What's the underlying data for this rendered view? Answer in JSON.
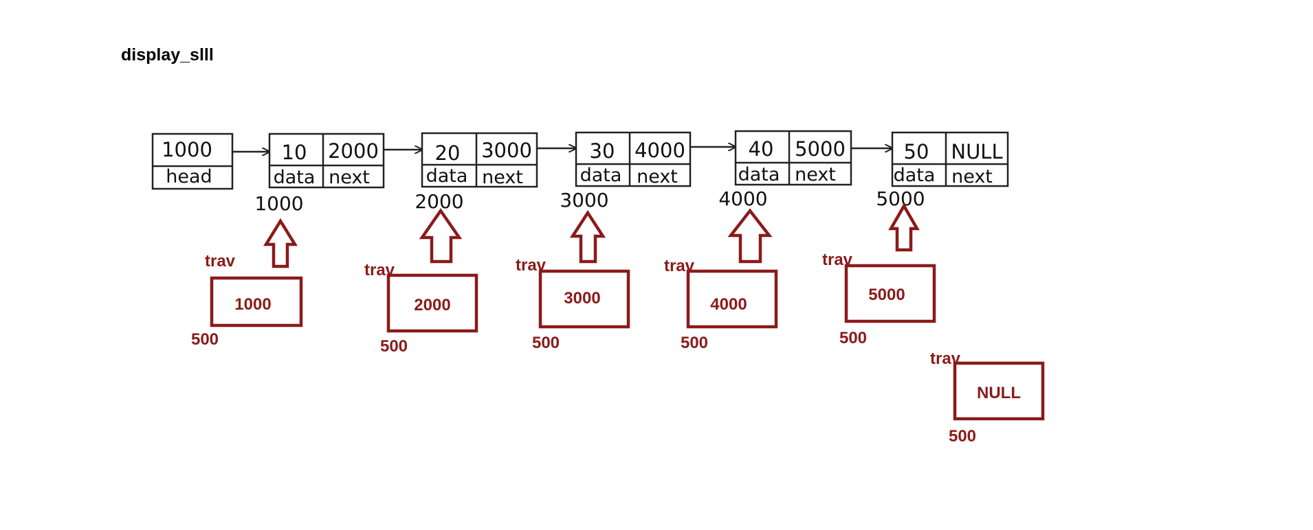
{
  "title": "display_slll",
  "head": {
    "value": "1000",
    "label": "head"
  },
  "nodes": [
    {
      "data": "10",
      "next": "2000",
      "address": "1000"
    },
    {
      "data": "20",
      "next": "3000",
      "address": "2000"
    },
    {
      "data": "30",
      "next": "4000",
      "address": "3000"
    },
    {
      "data": "40",
      "next": "5000",
      "address": "4000"
    },
    {
      "data": "50",
      "next": "NULL",
      "address": "5000"
    }
  ],
  "field_labels": {
    "data": "data",
    "next": "next"
  },
  "trav_steps": [
    {
      "label": "trav",
      "value": "1000",
      "address": "500"
    },
    {
      "label": "trav",
      "value": "2000",
      "address": "500"
    },
    {
      "label": "trav",
      "value": "3000",
      "address": "500"
    },
    {
      "label": "trav",
      "value": "4000",
      "address": "500"
    },
    {
      "label": "trav",
      "value": "5000",
      "address": "500"
    },
    {
      "label": "trav",
      "value": "NULL",
      "address": "500"
    }
  ],
  "colors": {
    "trav": "#8b1a1a",
    "node": "#222222"
  }
}
